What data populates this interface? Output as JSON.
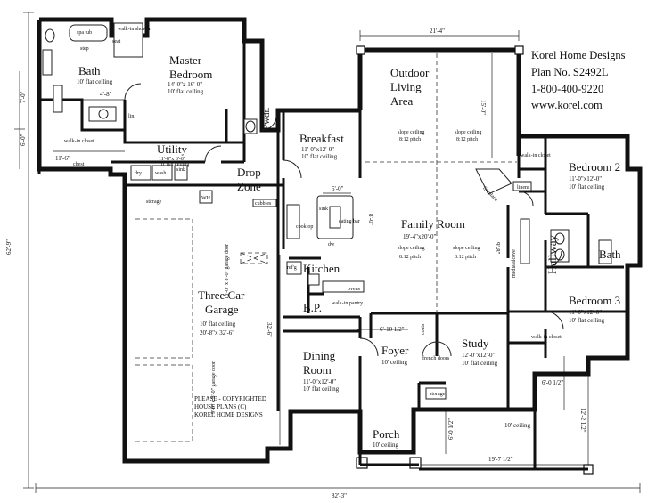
{
  "brand": {
    "company": "Korel Home Designs",
    "plan_no": "Plan No. S2492L",
    "phone": "1-800-400-9220",
    "website": "www.korel.com"
  },
  "rooms": {
    "master_bedroom": {
      "name_line1": "Master",
      "name_line2": "Bedroom",
      "size": "14'-0\"x 16'-0\"",
      "ceiling": "10' flat ceiling"
    },
    "bath_master": {
      "name": "Bath",
      "ceiling": "10' flat ceiling"
    },
    "spa_tub": "spa tub",
    "walk_in_shower": "walk-in shower",
    "step": "step",
    "seat": "seat",
    "lin": "lin.",
    "walk_in_closet": "walk-in closet",
    "chest": "chest",
    "utility": {
      "name": "Utility",
      "size": "11'-8\"x 6'-0\"",
      "ceiling": "10' flat ceiling",
      "sink": "sink",
      "dry": "dry.",
      "wash": "wash."
    },
    "powder": "Pwdr.",
    "drop_zone": {
      "line1": "Drop",
      "line2": "Zone"
    },
    "cubbies": "cubbies",
    "wh": "WH",
    "storage_garage": "storage",
    "breakfast": {
      "name": "Breakfast",
      "size": "11'-0\"x12'-0\"",
      "ceiling": "10' flat ceiling"
    },
    "outdoor": {
      "line1": "Outdoor",
      "line2": "Living",
      "line3": "Area",
      "slope": "slope ceiling",
      "pitch": "8:12 pitch"
    },
    "family_room": {
      "name": "Family Room",
      "size": "19'-4\"x20'-0\"",
      "slope": "slope ceiling",
      "pitch": "8:12 pitch"
    },
    "fireplace": "fireplace",
    "media_alcove": "media alcove",
    "bedroom2": {
      "name": "Bedroom 2",
      "size": "11'-0\"x12'-0\"",
      "ceiling": "10' flat ceiling",
      "closet": "walk-in closet",
      "linens": "linens"
    },
    "bath2": "Bath",
    "hallway": "Hallway",
    "bedroom3": {
      "name": "Bedroom 3",
      "size": "11'-0\"x12'-0\"",
      "ceiling": "10' flat ceiling",
      "closet": "walk-in closet"
    },
    "kitchen": {
      "name": "Kitchen",
      "cooktop": "cooktop",
      "sink": "sink",
      "dw": "dw",
      "eating_bar": "eating bar",
      "refg": "ref'g",
      "ovens": "ovens"
    },
    "bp": {
      "name": "B.P.",
      "pantry": "walk-in pantry"
    },
    "garage": {
      "line1": "Three Car",
      "line2": "Garage",
      "ceiling": "10' flat ceiling",
      "size": "20'-8\"x 32'-6\"",
      "door1": "18'-0\" x 8'-0\" garage door",
      "door2": "9'-0\" x 8'-0\" garage door"
    },
    "dining": {
      "line1": "Dining",
      "line2": "Room",
      "size": "11'-0\"x12'-0\"",
      "ceiling": "10' flat ceiling"
    },
    "foyer": {
      "name": "Foyer",
      "ceiling": "10' ceiling",
      "coats": "coats"
    },
    "study": {
      "name": "Study",
      "size": "12'-0\"x12'-0\"",
      "ceiling": "10' flat ceiling",
      "french_doors": "french doors",
      "storage": "storage"
    },
    "porch": {
      "name": "Porch",
      "ceiling": "10' ceiling"
    },
    "porch_right": {
      "ceiling": "10' ceiling"
    }
  },
  "copyright": {
    "line1": "PLEASE - COPYRIGHTED",
    "line2": "HOUSE PLANS (C)",
    "line3": "KOREL HOME DESIGNS"
  },
  "dimensions": {
    "overall_width": "82'-3\"",
    "overall_depth": "62'-9\"",
    "outdoor_width": "21'-4\"",
    "outdoor_depth": "15'-0\"",
    "garage_depth": "32'-6\"",
    "bath_width": "4'-8\"",
    "closet_width": "11'-6\"",
    "left_7": "7'-0\"",
    "left_6": "6'-0\"",
    "bar_5": "5'-0\"",
    "bar_8": "8'-0\"",
    "media_9": "9'-8\"",
    "foyer_w": "6'-10 1/2\"",
    "porch_d": "6'-0 1/2\"",
    "porch_w": "19'-7 1/2\"",
    "right_6": "6'-0 1/2\"",
    "right_12": "12'-2 1/2\""
  }
}
